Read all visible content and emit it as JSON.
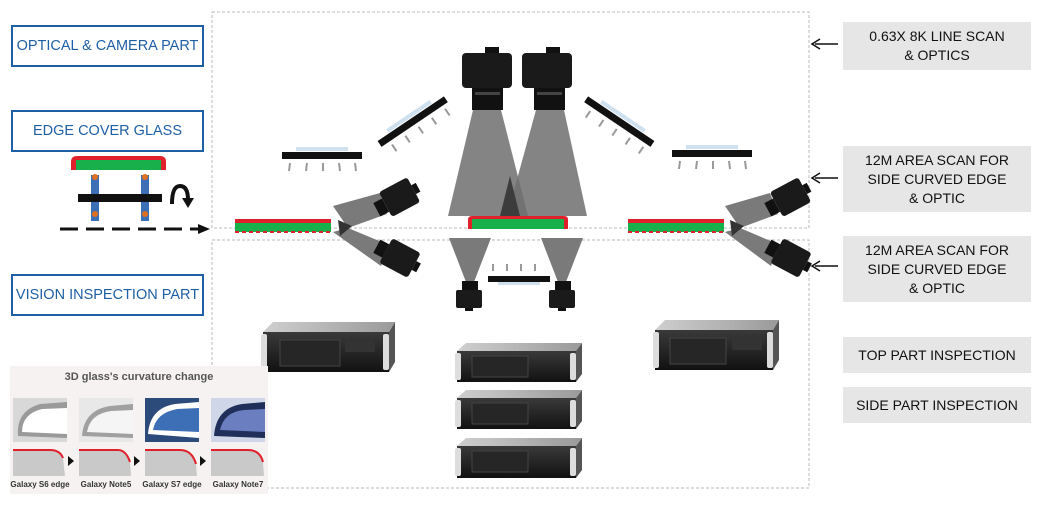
{
  "left_labels": {
    "optical_camera": "OPTICAL & CAMERA PART",
    "edge_cover_glass": "EDGE COVER GLASS",
    "vision_inspection": "VISION INSPECTION PART"
  },
  "right_labels": {
    "line_scan": "0.63X  8K  LINE SCAN\n& OPTICS",
    "area_scan_top": "12M AREA SCAN FOR\nSIDE CURVED EDGE\n& OPTIC",
    "area_scan_bottom": "12M AREA SCAN FOR\nSIDE CURVED EDGE\n& OPTIC",
    "top_part": "TOP PART INSPECTION",
    "side_part": "SIDE PART INSPECTION"
  },
  "inset": {
    "title": "3D glass's curvature change",
    "models": [
      "Galaxy S6 edge",
      "Galaxy Note5",
      "Galaxy S7 edge",
      "Galaxy Note7"
    ]
  },
  "colors": {
    "label_blue": "#1f5fa6",
    "glass_green": "#17b04a",
    "glass_red": "#e0202a",
    "cone_grey": "#6f6f6f",
    "camera_black": "#1a1a1a",
    "panel_grey": "#e6e6e6"
  }
}
